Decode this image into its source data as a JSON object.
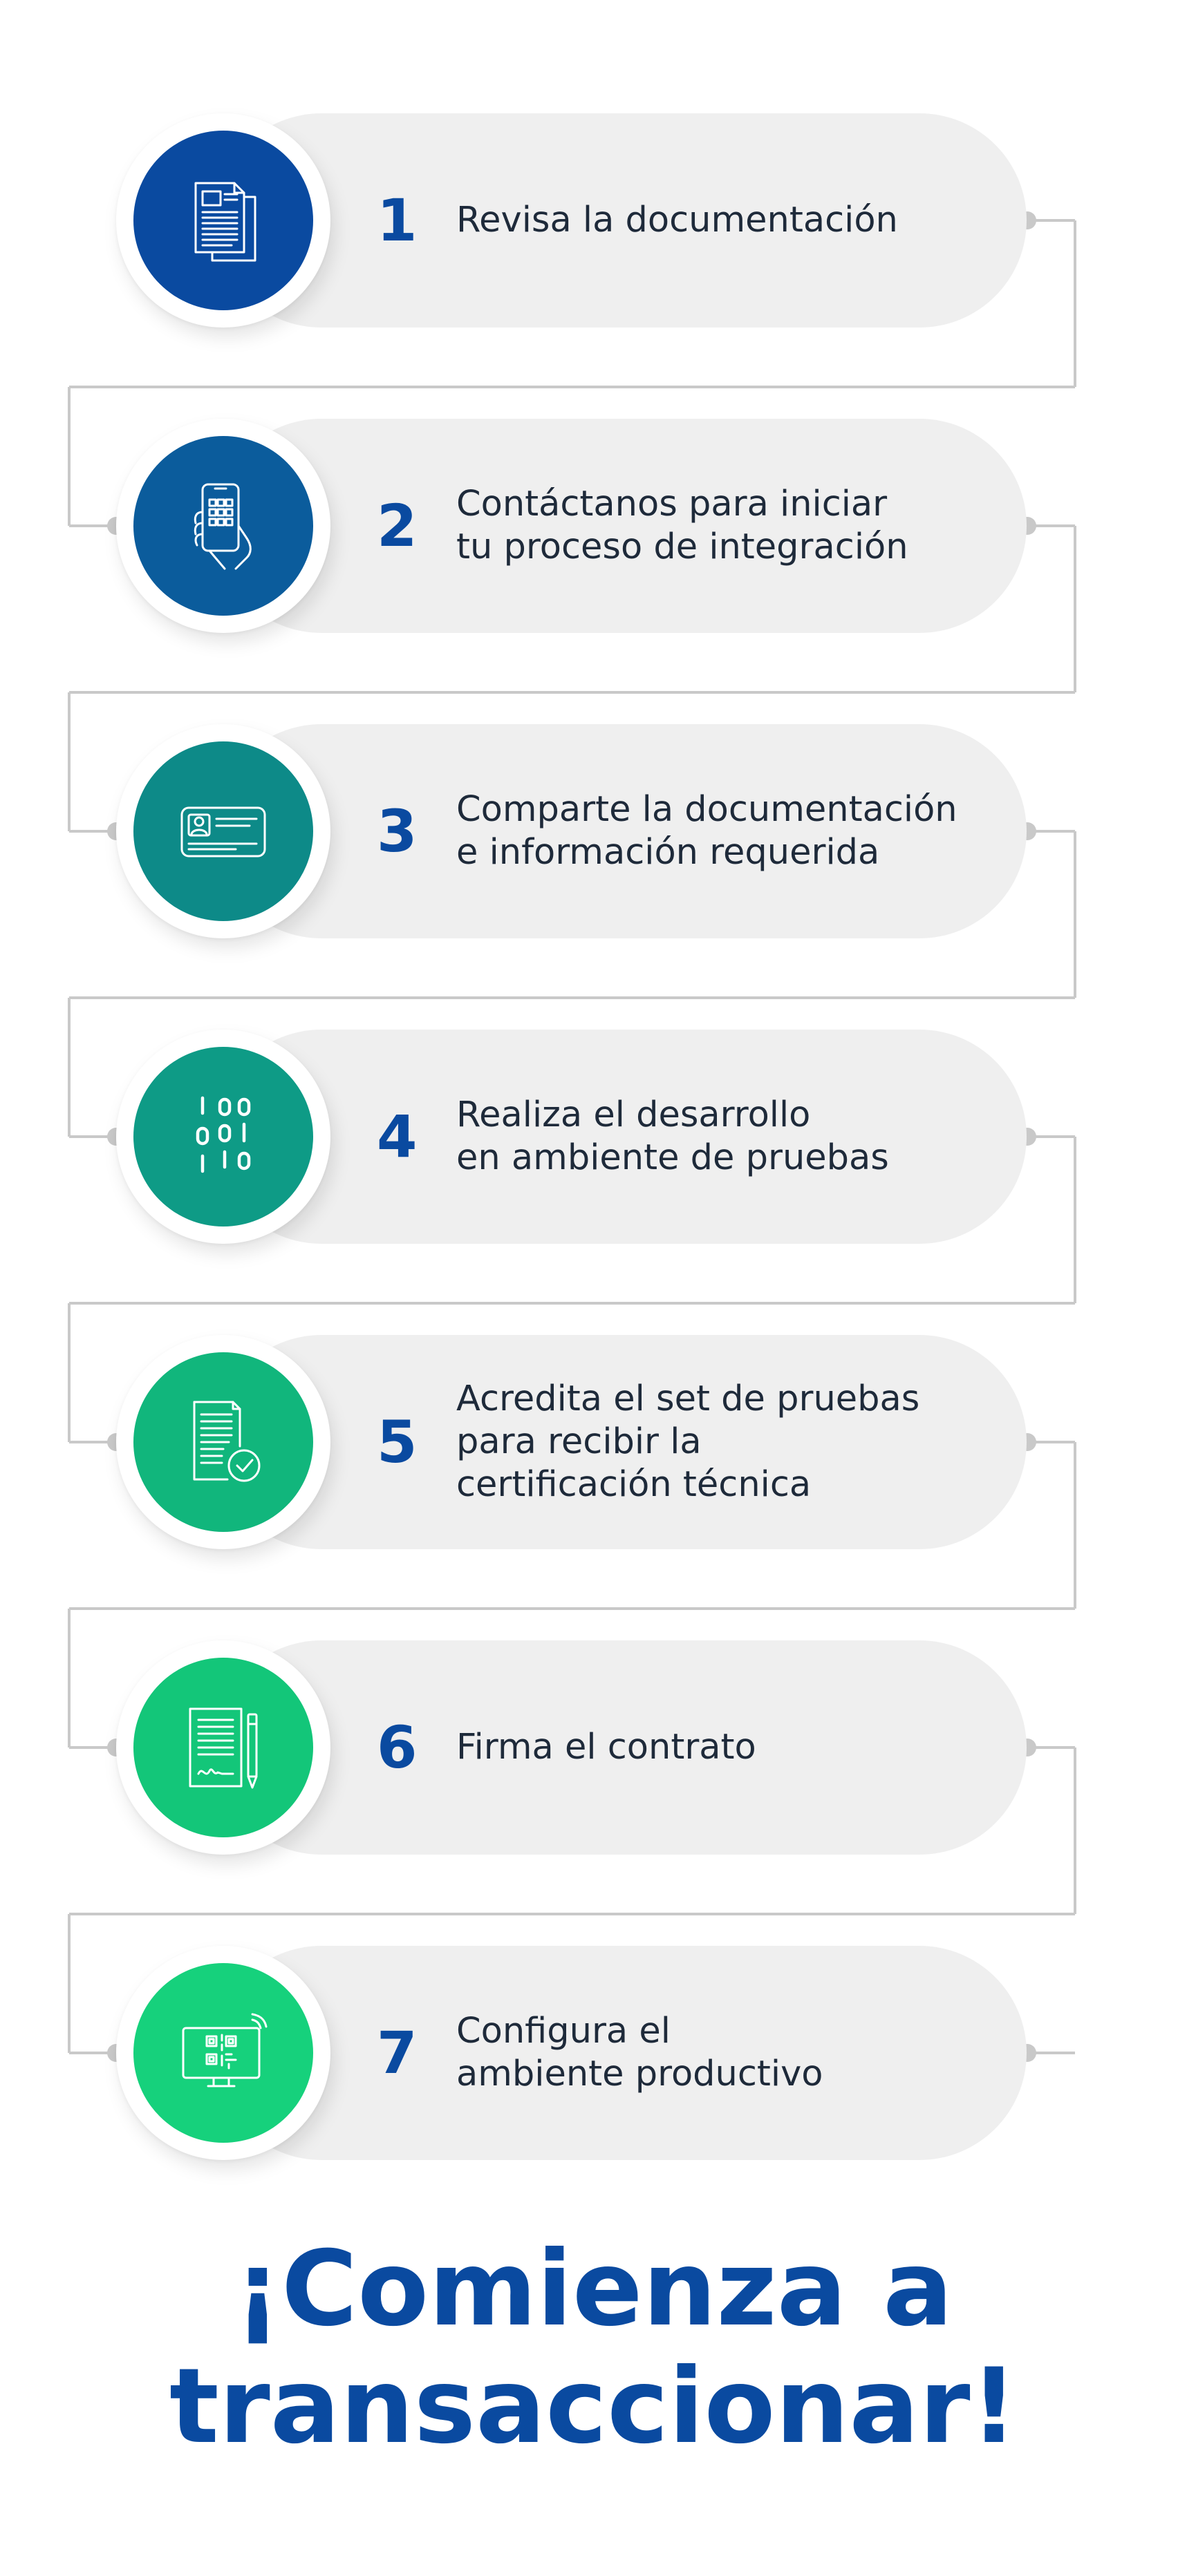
{
  "steps": [
    {
      "number": "1",
      "lines": [
        "Revisa la documentación"
      ],
      "icon": "documents-icon",
      "color": "#0a4aa0"
    },
    {
      "number": "2",
      "lines": [
        "Contáctanos para iniciar",
        "tu proceso de integración"
      ],
      "icon": "phone-hand-icon",
      "color": "#0b5c9c"
    },
    {
      "number": "3",
      "lines": [
        "Comparte la documentación",
        "e información requerida"
      ],
      "icon": "id-card-icon",
      "color": "#0d8a88"
    },
    {
      "number": "4",
      "lines": [
        "Realiza el desarrollo",
        "en ambiente de pruebas"
      ],
      "icon": "binary-code-icon",
      "color": "#0e9b86"
    },
    {
      "number": "5",
      "lines": [
        "Acredita el set de pruebas",
        "para recibir la",
        "certificación técnica"
      ],
      "icon": "certified-document-icon",
      "color": "#11b67c"
    },
    {
      "number": "6",
      "lines": [
        "Firma el contrato"
      ],
      "icon": "signed-contract-icon",
      "color": "#13c679"
    },
    {
      "number": "7",
      "lines": [
        "Configura el",
        "ambiente productivo"
      ],
      "icon": "qr-screen-icon",
      "color": "#16d17c"
    }
  ],
  "cta": {
    "line1": "¡Comienza a",
    "line2": "transaccionar!"
  },
  "colors": {
    "number": "#0a4aa0",
    "text": "#1e2a3a",
    "pill": "#efefef",
    "connector": "#c9c9c9"
  }
}
